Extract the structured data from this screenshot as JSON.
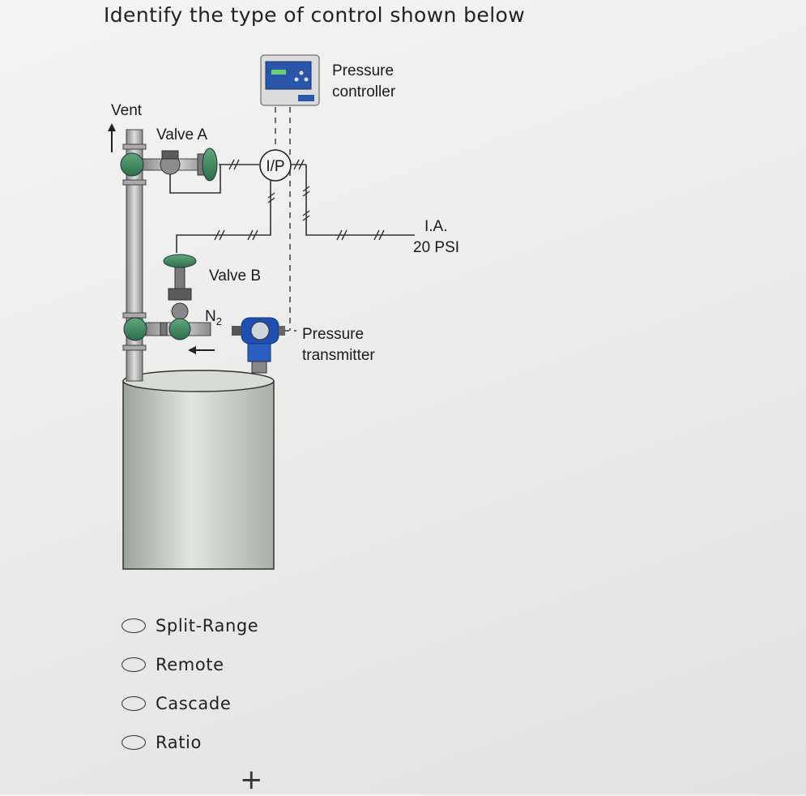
{
  "question": "Identify the type of control shown below",
  "diagram": {
    "vent": "Vent",
    "valve_a": "Valve A",
    "valve_b": "Valve B",
    "n2_main": "N",
    "n2_sub": "2",
    "ip": "I/P",
    "controller_line1": "Pressure",
    "controller_line2": "controller",
    "ia_line1": "I.A.",
    "ia_line2": "20 PSI",
    "transmitter_line1": "Pressure",
    "transmitter_line2": "transmitter"
  },
  "options": [
    {
      "label": "Split-Range"
    },
    {
      "label": "Remote"
    },
    {
      "label": "Cascade"
    },
    {
      "label": "Ratio"
    }
  ],
  "add_button": "+"
}
